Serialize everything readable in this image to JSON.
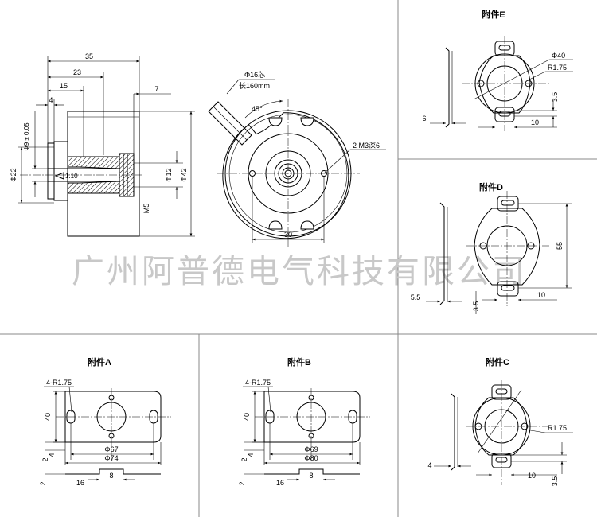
{
  "watermark": "广州阿普德电气科技有限公司",
  "main": {
    "side_dims": [
      "35",
      "23",
      "15",
      "4",
      "7",
      "Φ9 ± 0.05",
      "Φ22",
      "1:10",
      "Φ12",
      "Φ42",
      "M5"
    ],
    "front_dims": [
      "Φ16芯",
      "长160mm",
      "45°",
      "2 M3深6",
      "30"
    ]
  },
  "attachments": {
    "E": {
      "title": "附件E",
      "dims": [
        "Φ40",
        "R1.75",
        "3.5",
        "6",
        "10"
      ]
    },
    "D": {
      "title": "附件D",
      "dims": [
        "55",
        "5.5",
        "3.5",
        "10"
      ]
    },
    "A": {
      "title": "附件A",
      "dims": [
        "4-R1.75",
        "40",
        "Φ67",
        "Φ74",
        "2",
        "4",
        "2",
        "16",
        "8"
      ]
    },
    "B": {
      "title": "附件B",
      "dims": [
        "4-R1.75",
        "40",
        "Φ69",
        "Φ80",
        "2",
        "4",
        "2",
        "16",
        "8"
      ]
    },
    "C": {
      "title": "附件C",
      "dims": [
        "R1.75",
        "4",
        "10",
        "3.5"
      ]
    }
  }
}
